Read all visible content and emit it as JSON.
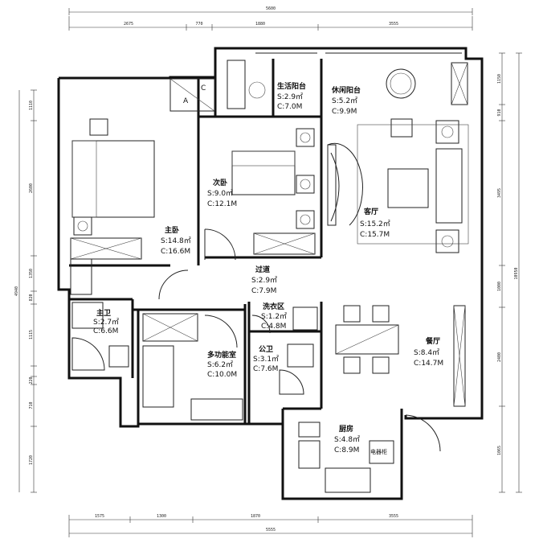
{
  "dimensions": {
    "top": [
      "2675",
      "770",
      "1880",
      "3555"
    ],
    "top_total": "5600",
    "bottom": [
      "1575",
      "1300",
      "1870",
      "3555"
    ],
    "bottom_total": "5555",
    "left": [
      "1110",
      "2600",
      "1350",
      "820",
      "1115",
      "4940",
      "220",
      "710",
      "1720"
    ],
    "right": [
      "1150",
      "910",
      "3495",
      "1000",
      "2400",
      "1065",
      "10950"
    ]
  },
  "rooms": {
    "master_bedroom": {
      "name": "主卧",
      "area": "S:14.8㎡",
      "perimeter": "C:16.6M"
    },
    "second_bedroom": {
      "name": "次卧",
      "area": "S:9.0㎡",
      "perimeter": "C:12.1M"
    },
    "living_balcony": {
      "name": "生活阳台",
      "area": "S:2.9㎡",
      "perimeter": "C:7.0M"
    },
    "leisure_balcony": {
      "name": "休闲阳台",
      "area": "S:5.2㎡",
      "perimeter": "C:9.9M"
    },
    "living_room": {
      "name": "客厅",
      "area": "S:15.2㎡",
      "perimeter": "C:15.7M"
    },
    "corridor": {
      "name": "过道",
      "area": "S:2.9㎡",
      "perimeter": "C:7.9M"
    },
    "laundry": {
      "name": "洗衣区",
      "area": "S:1.2㎡",
      "perimeter": "C:4.8M"
    },
    "main_bath": {
      "name": "主卫",
      "area": "S:2.7㎡",
      "perimeter": "C:6.6M"
    },
    "public_bath": {
      "name": "公卫",
      "area": "S:3.1㎡",
      "perimeter": "C:7.6M"
    },
    "study": {
      "name": "多功能室",
      "area": "S:6.2㎡",
      "perimeter": "C:10.0M"
    },
    "dining": {
      "name": "餐厅",
      "area": "S:8.4㎡",
      "perimeter": "C:14.7M"
    },
    "kitchen": {
      "name": "厨房",
      "area": "S:4.8㎡",
      "perimeter": "C:8.9M"
    }
  },
  "fixtures": {
    "kitchen_cabinet": "电器柜",
    "shaft_a": "A",
    "shaft_c": "C"
  }
}
